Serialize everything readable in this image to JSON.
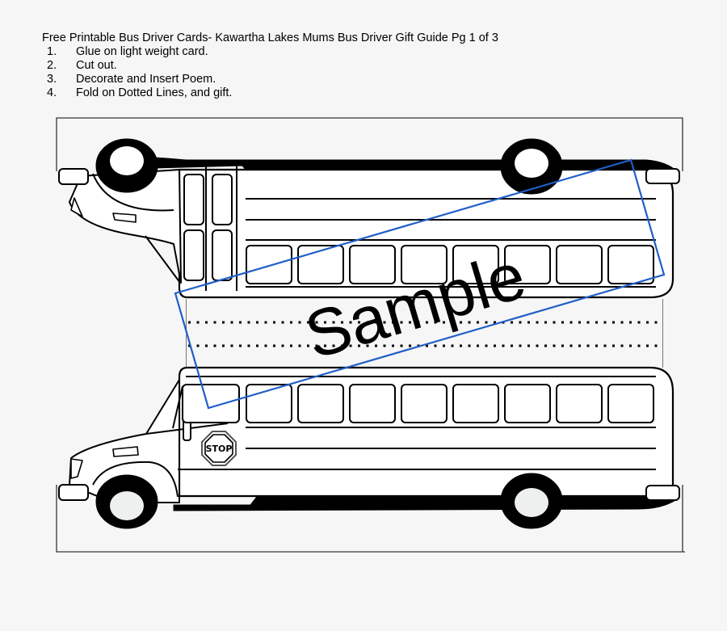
{
  "document": {
    "title": "Free Printable Bus Driver Cards- Kawartha Lakes Mums Bus Driver Gift Guide Pg 1 of 3",
    "steps": [
      {
        "num": "1.",
        "text": "Glue on light weight card."
      },
      {
        "num": "2.",
        "text": "Cut out."
      },
      {
        "num": "3.",
        "text": "Decorate  and  Insert Poem."
      },
      {
        "num": "4.",
        "text": "Fold on Dotted Lines, and gift."
      }
    ]
  },
  "card": {
    "stop_sign_label": "STOP",
    "fold_lines": 2,
    "windows_per_bus": 8
  },
  "watermark": {
    "text": "Sample",
    "color": "#1f5fc8"
  },
  "colors": {
    "background": "#f6f6f6",
    "ink": "#000000",
    "paper": "#ffffff",
    "hubcap": "#eef0ef"
  }
}
